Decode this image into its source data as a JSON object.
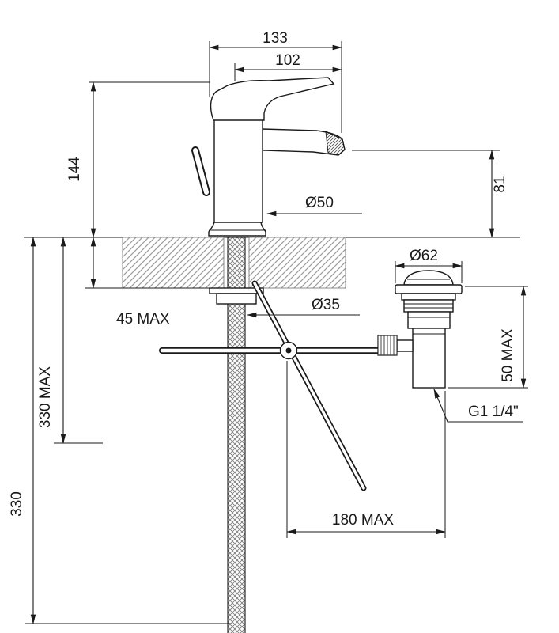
{
  "page": {
    "background": "#ffffff"
  },
  "drawing": {
    "type": "technical-dimension-drawing",
    "subject": "single-lever bidet mixer with pop-up waste",
    "line_color": "#1a1a1a",
    "hatch_color": "#9a9a9a",
    "dimensions": {
      "overall_width": "133",
      "spout_reach": "102",
      "body_height": "144",
      "spout_height": "81",
      "base_diameter": "Ø50",
      "deck_thickness": "45 MAX",
      "hole_diameter": "Ø35",
      "waste_flange_diameter": "Ø62",
      "waste_depth": "50 MAX",
      "waste_thread": "G1 1/4\"",
      "hose_length_max": "330 MAX",
      "hose_length": "330",
      "rod_reach": "180 MAX"
    }
  }
}
